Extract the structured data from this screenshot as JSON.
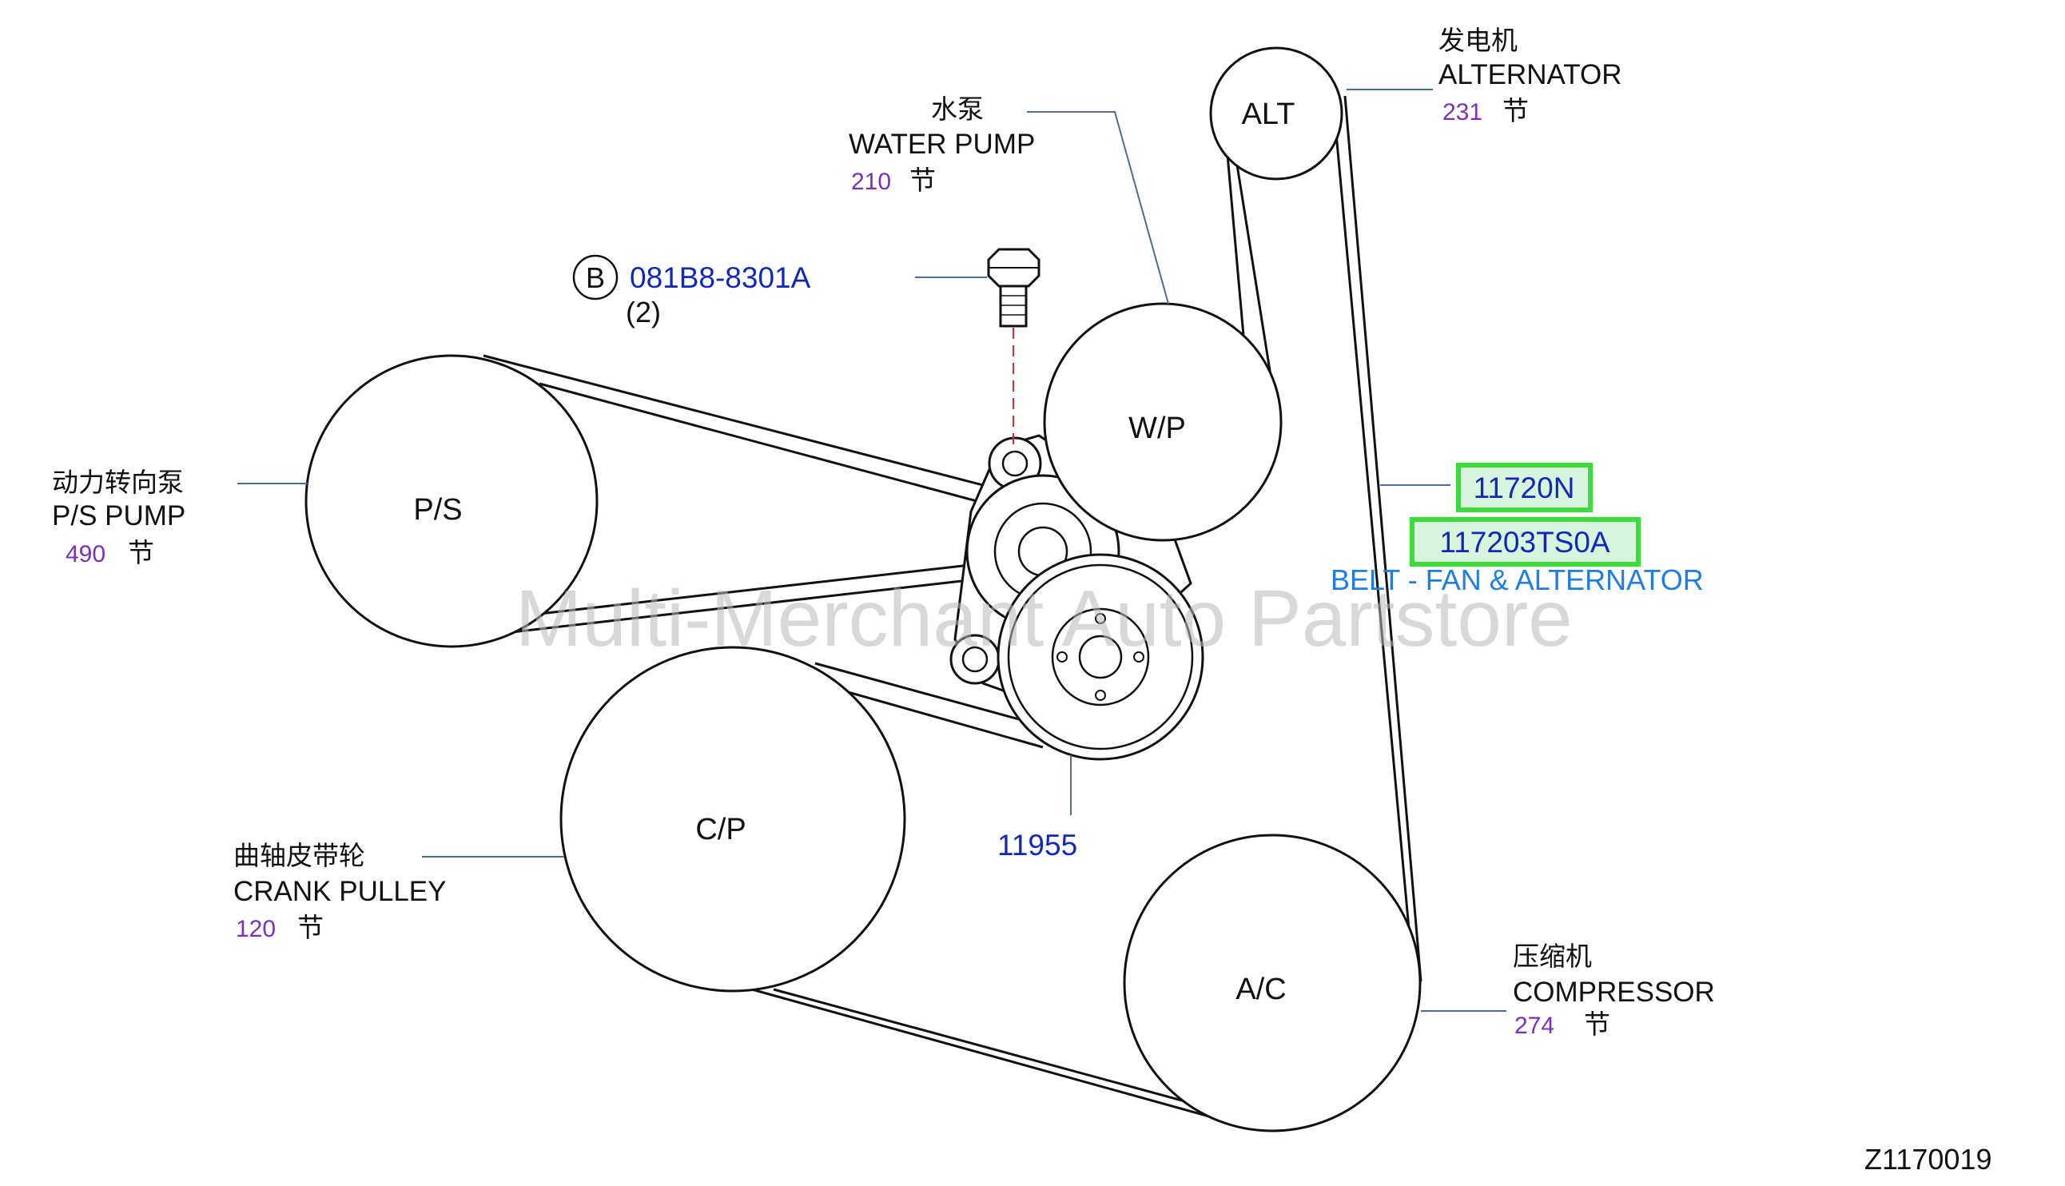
{
  "watermark": "Multi-Merchant Auto Partstore",
  "diagram_code": "Z1170019",
  "pulleys": {
    "alt": "ALT",
    "wp": "W/P",
    "ps": "P/S",
    "cp": "C/P",
    "ac": "A/C"
  },
  "callouts": {
    "alternator": {
      "cn": "发电机",
      "en": "ALTERNATOR",
      "num": "231",
      "unit": "节"
    },
    "water_pump": {
      "cn": "水泵",
      "en": "WATER  PUMP",
      "num": "210",
      "unit": "节"
    },
    "ps_pump": {
      "cn": "动力转向泵",
      "en": "P/S  PUMP",
      "num": "490",
      "unit": "节"
    },
    "crank_pulley": {
      "cn": "曲轴皮带轮",
      "en": "CRANK  PULLEY",
      "num": "120",
      "unit": "节"
    },
    "compressor": {
      "cn": "压缩机",
      "en": "COMPRESSOR",
      "num": "274",
      "unit": "节"
    }
  },
  "bolt": {
    "badge": "B",
    "part": "081B8-8301A",
    "qty": "(2)"
  },
  "belt": {
    "part1": "11720N",
    "part2": "117203TS0A",
    "desc": "BELT - FAN & ALTERNATOR"
  },
  "tensioner": {
    "part": "11955"
  },
  "colors": {
    "part_number": "#1228b8",
    "highlight_border": "#3ddc3d",
    "highlight_fill": "#d6f5dc",
    "counts": "#7b2fbf",
    "belt_desc": "#1e7fe0"
  }
}
